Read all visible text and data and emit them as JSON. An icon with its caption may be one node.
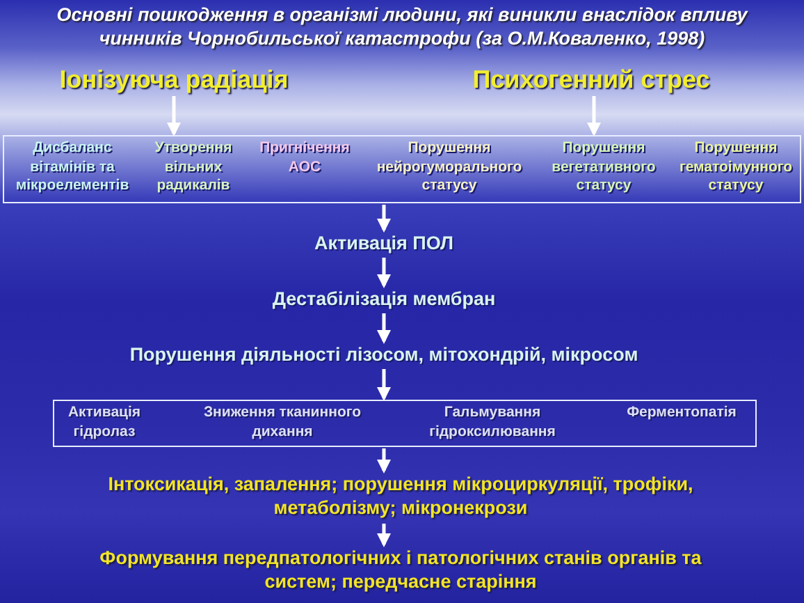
{
  "diagram": {
    "title": "Основні пошкодження в організмі людини, які виникли внаслідок впливу чинників Чорнобильської катастрофи (за О.М.Коваленко, 1998)",
    "nodes": [
      {
        "text": [
          "Іонізуюча радіація"
        ]
      },
      {
        "text": [
          "Психогенний стрес"
        ]
      },
      {
        "text": [],
        "shape": "box"
      },
      {
        "text": [
          "Дисбаланс вітамінів та мікроелементів"
        ],
        "in": 2
      },
      {
        "text": [
          "Утворення вільних радикалів"
        ],
        "in": 2
      },
      {
        "text": [
          "Пригнічення АОС"
        ],
        "in": 2
      },
      {
        "text": [
          "Порушення нейрогуморального статусу"
        ],
        "in": 2
      },
      {
        "text": [
          "Порушення вегетативного статусу"
        ],
        "in": 2
      },
      {
        "text": [
          "Порушення гематоімунного статусу"
        ],
        "in": 2
      },
      {
        "text": [
          "Активація ПОЛ"
        ]
      },
      {
        "text": [
          "Дестабілізація мембран"
        ]
      },
      {
        "text": [
          "Порушення діяльності лізосом, мітохондрій, мікросом"
        ]
      },
      {
        "text": [],
        "shape": "box"
      },
      {
        "text": [
          "Активація гідролаз"
        ],
        "in": 12
      },
      {
        "text": [
          "Зниження тканинного дихання"
        ],
        "in": 12
      },
      {
        "text": [
          "Гальмування гідроксилювання"
        ],
        "in": 12
      },
      {
        "text": [
          "Ферментопатія"
        ],
        "in": 12
      },
      {
        "text": [
          "Інтоксикація, запалення; порушення мікроциркуляції, трофіки, метаболізму; мікронекрози"
        ]
      },
      {
        "text": [
          "Формування передпатологічних і патологічних станів органів та систем; передчасне старіння"
        ]
      }
    ],
    "edges": [
      {
        "from": 0,
        "to": 2,
        "arrow": "to"
      },
      {
        "from": 1,
        "to": 2,
        "arrow": "to"
      },
      {
        "from": 2,
        "to": 9,
        "arrow": "to"
      },
      {
        "from": 9,
        "to": 10,
        "arrow": "to"
      },
      {
        "from": 10,
        "to": 11,
        "arrow": "to"
      },
      {
        "from": 11,
        "to": 12,
        "arrow": "to"
      },
      {
        "from": 12,
        "to": 17,
        "arrow": "to"
      },
      {
        "from": 17,
        "to": 18,
        "arrow": "to"
      }
    ]
  }
}
